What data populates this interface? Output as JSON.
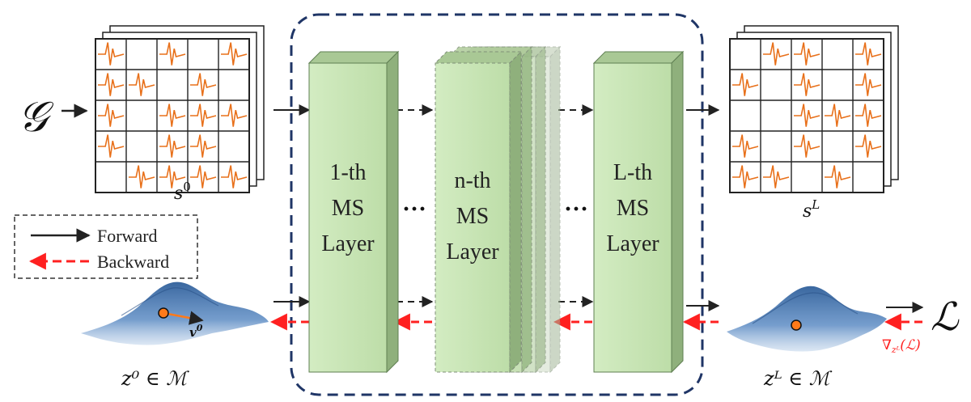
{
  "input": {
    "symbol": "𝒢",
    "grid_label": "s",
    "grid_label_sup": "0",
    "manifold_label": "z⁰ ∈ ℳ",
    "vector_label": "v",
    "vector_label_sup": "0"
  },
  "output": {
    "grid_label": "s",
    "grid_label_sup": "L",
    "manifold_label": "zᴸ ∈ ℳ",
    "loss_symbol": "ℒ",
    "gradient_label": "∇",
    "gradient_sub": "zᴸ",
    "gradient_arg": "(ℒ)"
  },
  "layers": [
    {
      "lines": [
        "1-th",
        "MS",
        "Layer"
      ]
    },
    {
      "lines": [
        "n-th",
        "MS",
        "Layer"
      ]
    },
    {
      "lines": [
        "L-th",
        "MS",
        "Layer"
      ]
    }
  ],
  "ellipsis": "···",
  "legend": {
    "forward_label": "Forward",
    "backward_label": "Backward"
  },
  "grids": {
    "input_cells_with_signal": [
      [
        1,
        0,
        1,
        0,
        1
      ],
      [
        1,
        1,
        0,
        1,
        0
      ],
      [
        1,
        0,
        1,
        1,
        1
      ],
      [
        1,
        0,
        1,
        1,
        0
      ],
      [
        0,
        1,
        1,
        1,
        1
      ]
    ],
    "output_cells_with_signal": [
      [
        0,
        1,
        1,
        0,
        1
      ],
      [
        1,
        0,
        1,
        0,
        1
      ],
      [
        0,
        0,
        1,
        1,
        1
      ],
      [
        1,
        0,
        1,
        0,
        1
      ],
      [
        1,
        1,
        0,
        1,
        0
      ]
    ]
  },
  "colors": {
    "forward": "#222222",
    "backward": "#ff2020",
    "dashed_box": "#1f3566",
    "layer_front": "#c8e6b4",
    "layer_side": "#8fb07c",
    "layer_top": "#a9c895",
    "layer_edge": "#5f7f52",
    "signal": "#e8701a",
    "surface": "#3d6ea8",
    "point": "#ff7a1a"
  }
}
